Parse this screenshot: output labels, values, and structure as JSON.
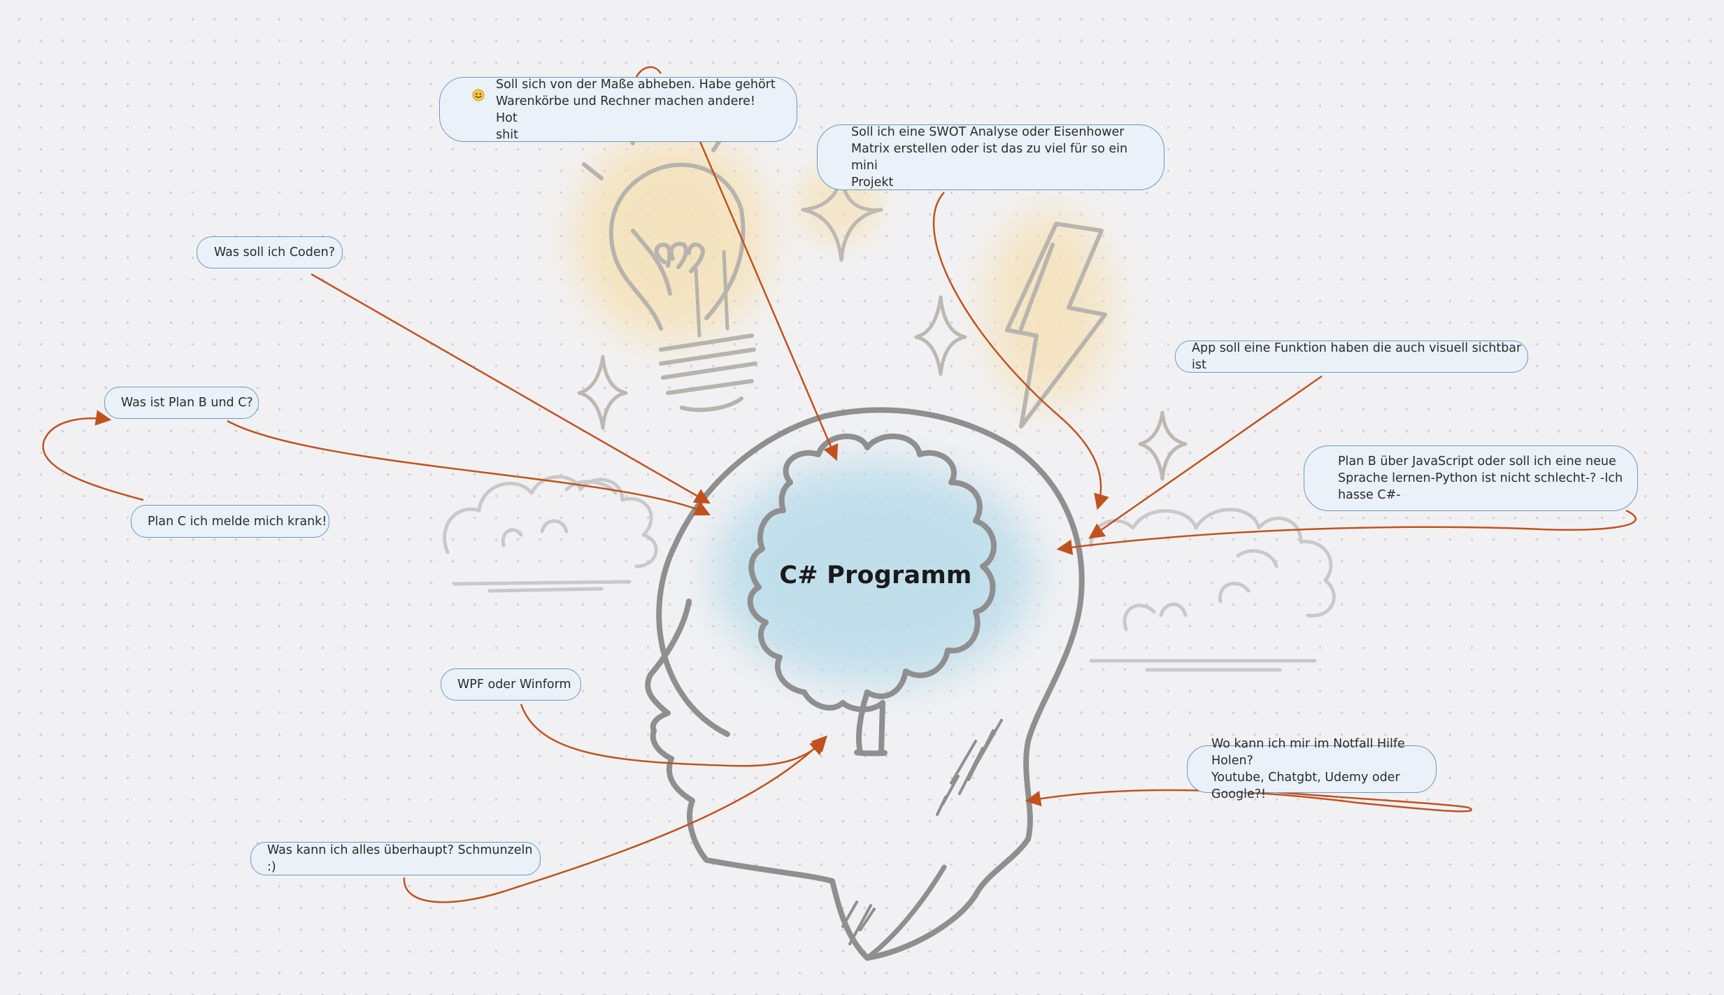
{
  "central_topic": "C# Programm",
  "colors": {
    "background": "#f1f1f3",
    "connector": "#c1521e",
    "topic_fill": "#eaf1f8",
    "topic_border": "#6b98c2",
    "sketch": "#9a9a9a",
    "glow_yellow": "#f6dfae",
    "glow_blue": "#b9dcea"
  },
  "icons": {
    "emoji": "smiling-face-emoji",
    "illustration": [
      "head-outline",
      "brain",
      "light-bulb",
      "lightning-bolt",
      "sparkles",
      "clouds"
    ]
  },
  "topics": {
    "masse": "Soll sich von der Maße abheben. Habe gehört\nWarenkörbe und Rechner machen andere!  Hot\nshit",
    "swot": "Soll ich eine SWOT Analyse oder Eisenhower\nMatrix erstellen oder ist das zu viel für so ein mini\nProjekt",
    "coden": "Was soll ich Coden?",
    "visuell": "App soll eine Funktion haben die auch visuell sichtbar ist",
    "planbc": "Was ist Plan B und C?",
    "planb_js": "Plan B über JavaScript oder soll ich eine neue\nSprache lernen-Python ist nicht schlecht-? -Ich\nhasse C#-",
    "planc": "Plan C ich melde mich krank!",
    "wpf": "WPF oder Winform",
    "notfall": "Wo kann ich mir im Notfall Hilfe Holen?\nYoutube, Chatgbt, Udemy oder Google?!",
    "schmunzeln": "Was kann ich alles überhaupt? Schmunzeln :)"
  }
}
